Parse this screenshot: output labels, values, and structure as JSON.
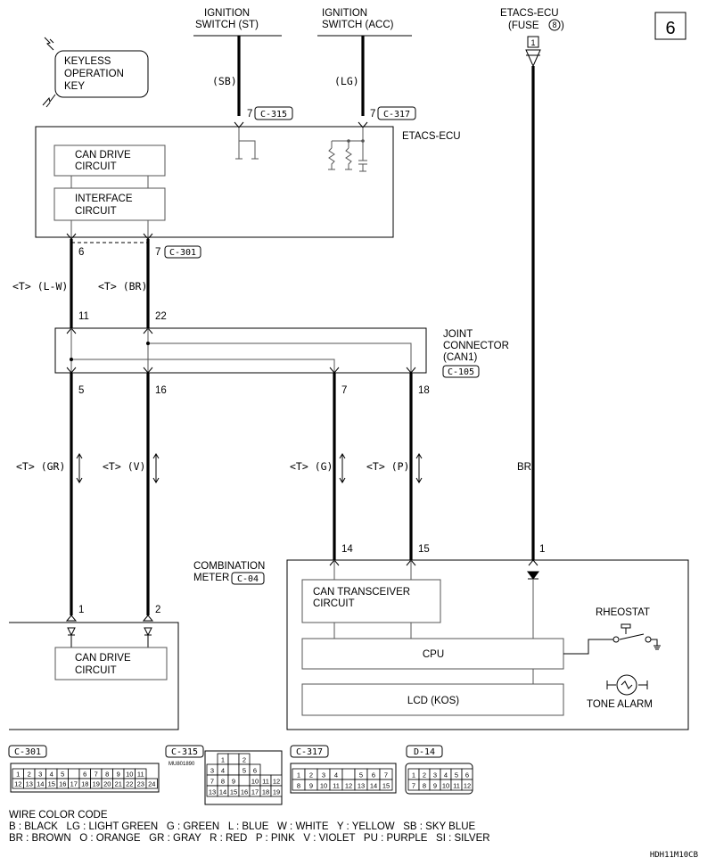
{
  "page_number": "6",
  "diagram_code": "HDH11M10CB",
  "top_sources": {
    "ig_st": {
      "line1": "IGNITION",
      "line2": "SWITCH (ST)",
      "wire_color": "(SB)",
      "pin": "7",
      "connector": "C-315"
    },
    "ig_acc": {
      "line1": "IGNITION",
      "line2": "SWITCH (ACC)",
      "wire_color": "(LG)",
      "pin": "7",
      "connector": "C-317"
    },
    "fuse": {
      "line1": "ETACS-ECU",
      "line2": "(FUSE",
      "fuse_no": "8",
      "line2_end": ")",
      "pin": "1"
    }
  },
  "keyless": {
    "line1": "KEYLESS",
    "line2": "OPERATION",
    "line3": "KEY"
  },
  "etacs": {
    "label": "ETACS-ECU",
    "can_drive": {
      "line1": "CAN DRIVE",
      "line2": "CIRCUIT"
    },
    "interface": {
      "line1": "INTERFACE",
      "line2": "CIRCUIT"
    },
    "pin_left": "6",
    "pin_right": "7",
    "connector": "C-301"
  },
  "wires_upper": {
    "left": "<T> (L-W)",
    "right": "<T> (BR)"
  },
  "joint": {
    "line1": "JOINT",
    "line2": "CONNECTOR",
    "line3": "(CAN1)",
    "connector": "C-105",
    "pins_top": [
      "11",
      "22"
    ],
    "pins_bottom": [
      "5",
      "16",
      "7",
      "18"
    ]
  },
  "wires_lower": {
    "w1": "<T> (GR)",
    "w2": "<T> (V)",
    "w3": "<T> (G)",
    "w4": "<T> (P)",
    "w5": "BR"
  },
  "meter": {
    "line1": "COMBINATION",
    "line2": "METER",
    "connector": "C-04",
    "pins": [
      "14",
      "15",
      "1"
    ],
    "can_transceiver": {
      "line1": "CAN TRANSCEIVER",
      "line2": "CIRCUIT"
    },
    "cpu": "CPU",
    "lcd": "LCD (KOS)",
    "rheostat": "RHEOSTAT",
    "tone_alarm": "TONE ALARM"
  },
  "bottom_unit": {
    "pins": [
      "1",
      "2"
    ],
    "can_drive": {
      "line1": "CAN DRIVE",
      "line2": "CIRCUIT"
    }
  },
  "connectors": [
    {
      "id": "C-301",
      "rows": [
        [
          "1",
          "2",
          "3",
          "4",
          "5",
          "",
          "6",
          "7",
          "8",
          "9",
          "10",
          "11"
        ],
        [
          "12",
          "13",
          "14",
          "15",
          "16",
          "17",
          "18",
          "19",
          "20",
          "21",
          "22",
          "23",
          "24"
        ]
      ]
    },
    {
      "id": "C-315",
      "part": "MU801890",
      "rows": [
        [
          "1",
          "",
          "2"
        ],
        [
          "3",
          "4",
          "",
          "5",
          "6"
        ],
        [
          "7",
          "8",
          "9",
          "",
          "10",
          "11",
          "12"
        ],
        [
          "13",
          "14",
          "15",
          "16",
          "17",
          "18",
          "19"
        ]
      ]
    },
    {
      "id": "C-317",
      "rows": [
        [
          "1",
          "2",
          "3",
          "4",
          "",
          "5",
          "6",
          "7"
        ],
        [
          "8",
          "9",
          "10",
          "11",
          "12",
          "13",
          "14",
          "15"
        ]
      ]
    },
    {
      "id": "D-14",
      "rows": [
        [
          "1",
          "2",
          "3",
          "4",
          "5",
          "6"
        ],
        [
          "7",
          "8",
          "9",
          "10",
          "11",
          "12"
        ]
      ]
    }
  ],
  "color_code": {
    "title": "WIRE COLOR CODE",
    "line1": "B : BLACK   LG : LIGHT GREEN   G : GREEN   L : BLUE   W : WHITE   Y : YELLOW   SB : SKY BLUE",
    "line2": "BR : BROWN   O : ORANGE   GR : GRAY   R : RED   P : PINK   V : VIOLET   PU : PURPLE   SI : SILVER"
  }
}
